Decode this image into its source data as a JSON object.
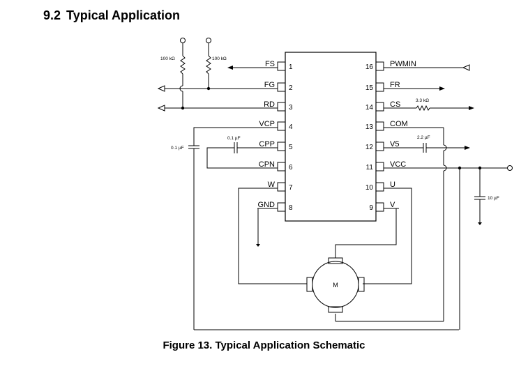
{
  "section": {
    "number": "9.2",
    "title": "Typical Application"
  },
  "figure": {
    "caption": "Figure 13.  Typical Application Schematic"
  },
  "ic": {
    "left_pins": [
      {
        "num": "1",
        "name": "FS"
      },
      {
        "num": "2",
        "name": "FG"
      },
      {
        "num": "3",
        "name": "RD"
      },
      {
        "num": "4",
        "name": "VCP"
      },
      {
        "num": "5",
        "name": "CPP"
      },
      {
        "num": "6",
        "name": "CPN"
      },
      {
        "num": "7",
        "name": "W"
      },
      {
        "num": "8",
        "name": "GND"
      }
    ],
    "right_pins": [
      {
        "num": "16",
        "name": "PWMIN"
      },
      {
        "num": "15",
        "name": "FR"
      },
      {
        "num": "14",
        "name": "CS"
      },
      {
        "num": "13",
        "name": "COM"
      },
      {
        "num": "12",
        "name": "V5"
      },
      {
        "num": "11",
        "name": "VCC"
      },
      {
        "num": "10",
        "name": "U"
      },
      {
        "num": "9",
        "name": "V"
      }
    ]
  },
  "components": {
    "r_fg": "100 kΩ",
    "r_fs": "100 kΩ",
    "r_cs": "3.3 kΩ",
    "c_cpp": "0.1 µF",
    "c_vcp": "0.1 µF",
    "c_v5": "2.2 µF",
    "c_vcc": "10 µF"
  },
  "motor": {
    "label": "M"
  }
}
